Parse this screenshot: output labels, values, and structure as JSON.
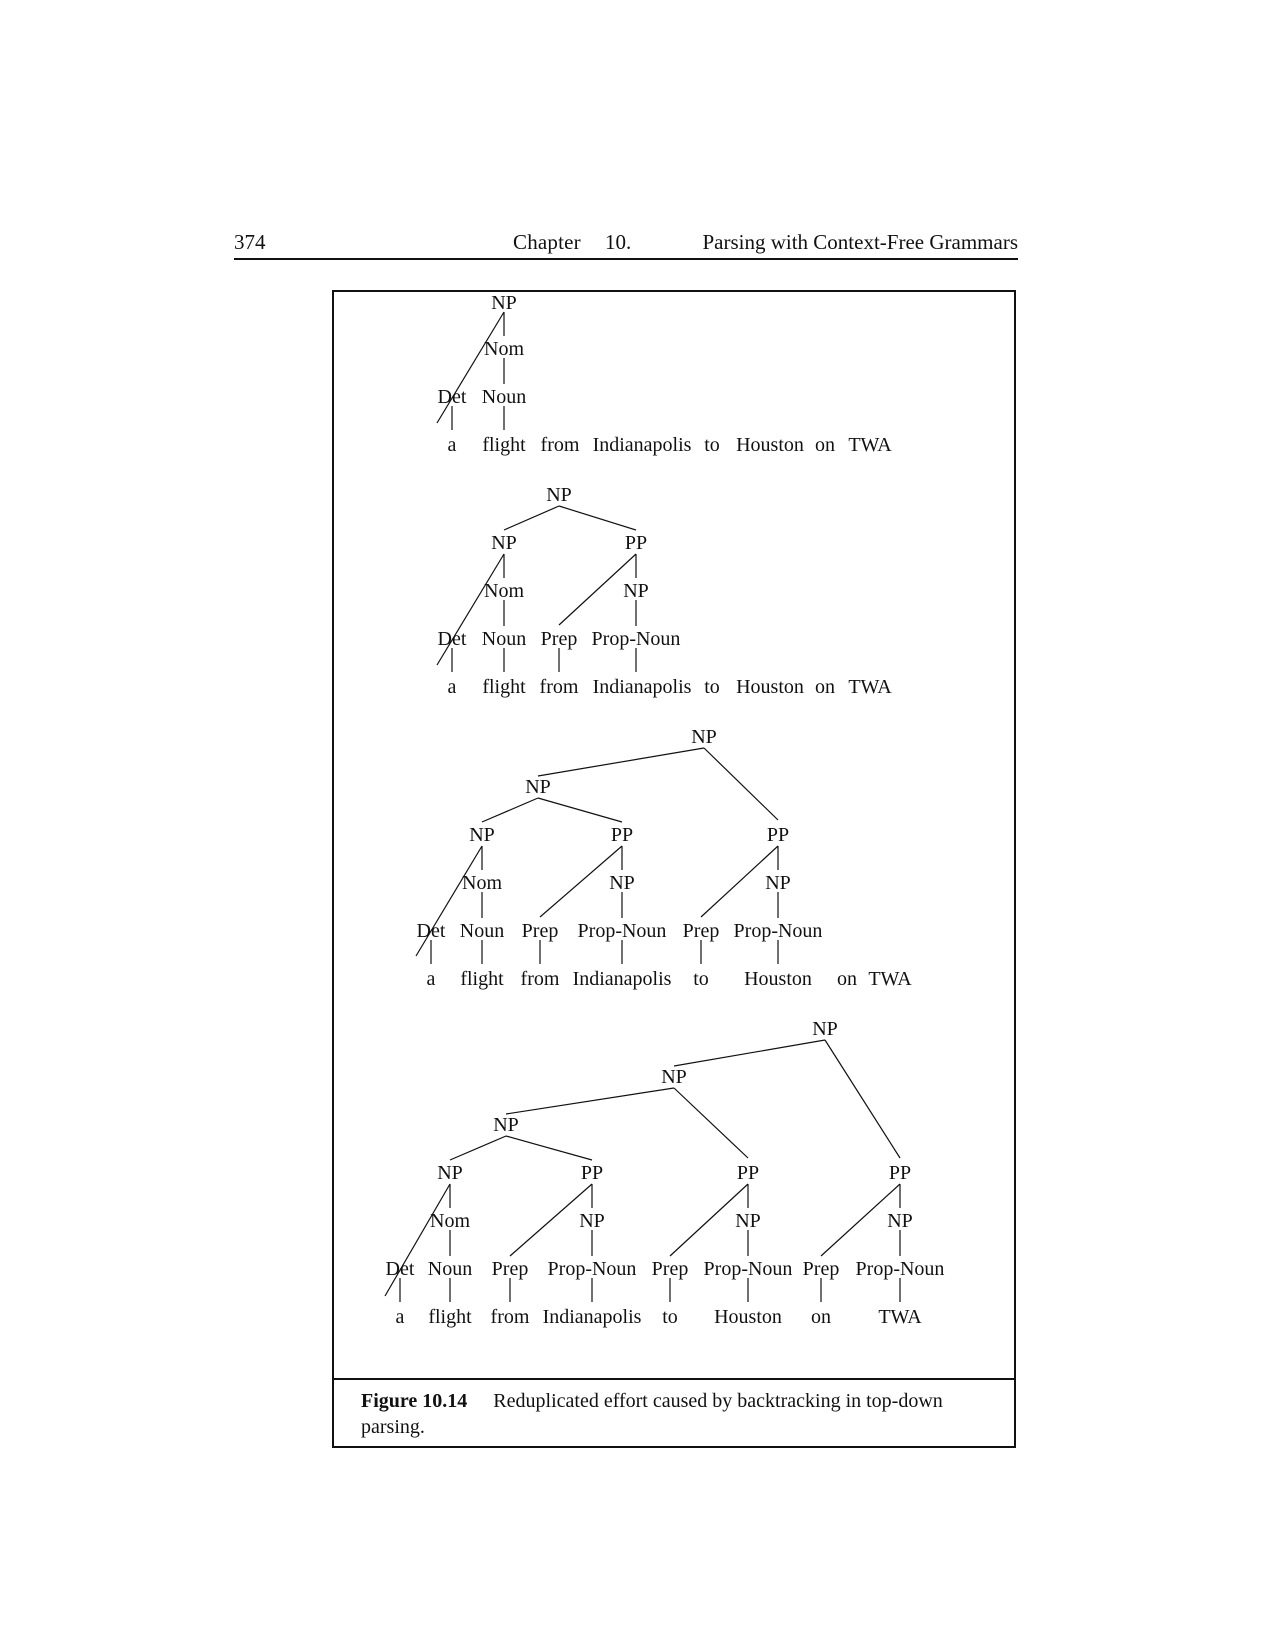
{
  "header": {
    "page_number": "374",
    "chapter_label": "Chapter",
    "chapter_number": "10.",
    "chapter_title": "Parsing with Context-Free Grammars"
  },
  "figure": {
    "label": "Figure 10.14",
    "caption": "Reduplicated effort caused by backtracking in top-down parsing.",
    "trees": [
      {
        "nodes": {
          "NP": "NP",
          "Nom": "Nom",
          "Det": "Det",
          "Noun": "Noun"
        },
        "words": [
          "a",
          "flight",
          "from",
          "Indianapolis",
          "to",
          "Houston",
          "on",
          "TWA"
        ]
      },
      {
        "nodes": {
          "NP_root": "NP",
          "NP": "NP",
          "PP": "PP",
          "Nom": "Nom",
          "NP_pp": "NP",
          "Det": "Det",
          "Noun": "Noun",
          "Prep": "Prep",
          "PropNoun": "Prop-Noun"
        },
        "words": [
          "a",
          "flight",
          "from",
          "Indianapolis",
          "to",
          "Houston",
          "on",
          "TWA"
        ]
      },
      {
        "nodes": {
          "NP_root": "NP",
          "NP_mid": "NP",
          "NP": "NP",
          "PP1": "PP",
          "PP2": "PP",
          "Nom": "Nom",
          "NP_pp1": "NP",
          "NP_pp2": "NP",
          "Det": "Det",
          "Noun": "Noun",
          "Prep1": "Prep",
          "PropNoun1": "Prop-Noun",
          "Prep2": "Prep",
          "PropNoun2": "Prop-Noun"
        },
        "words": [
          "a",
          "flight",
          "from",
          "Indianapolis",
          "to",
          "Houston",
          "on",
          "TWA"
        ]
      },
      {
        "nodes": {
          "NP_root": "NP",
          "NP_mid2": "NP",
          "NP_mid1": "NP",
          "NP": "NP",
          "PP1": "PP",
          "PP2": "PP",
          "PP3": "PP",
          "Nom": "Nom",
          "NP_pp1": "NP",
          "NP_pp2": "NP",
          "NP_pp3": "NP",
          "Det": "Det",
          "Noun": "Noun",
          "Prep1": "Prep",
          "PropNoun1": "Prop-Noun",
          "Prep2": "Prep",
          "PropNoun2": "Prop-Noun",
          "Prep3": "Prep",
          "PropNoun3": "Prop-Noun"
        },
        "words": [
          "a",
          "flight",
          "from",
          "Indianapolis",
          "to",
          "Houston",
          "on",
          "TWA"
        ]
      }
    ]
  }
}
